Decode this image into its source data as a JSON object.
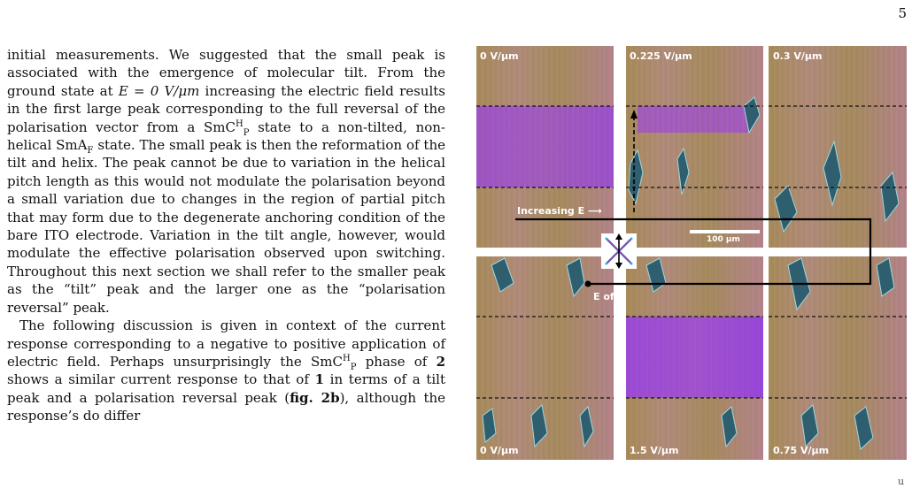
{
  "page_number": "5",
  "body_text": {
    "para1_a": "initial measurements. We suggested that the small peak is associated with the emergence of molecular tilt. From the ground state at ",
    "para1_math": "E = 0 V/μm",
    "para1_b": " increasing the electric field results in the first large peak corresponding to the full reversal of the polarisation vector from a SmC",
    "para1_sup1": "H",
    "para1_sub1": "P",
    "para1_c": " state to a non-tilted, non-helical SmA",
    "para1_sub2": "F",
    "para1_d": " state. The small peak is then the reformation of the tilt and helix. The peak cannot be due to variation in the helical pitch length as this would not modulate the polarisation beyond a small variation due to changes in the region of partial pitch that may form due to the degenerate anchoring condition of the bare ITO electrode. Variation in the tilt angle, however, would modulate the effective polarisation observed upon switching. Throughout this next section we shall refer to the smaller peak as the “tilt” peak and the larger one as the “polarisation reversal” peak.",
    "para2_a": "The following discussion is given in context of the current response corresponding to a negative to positive application of electric field. Perhaps unsurprisingly the SmC",
    "para2_sup": "H",
    "para2_sub": "P",
    "para2_b": " phase of ",
    "para2_bold1": "2",
    "para2_c": " shows a similar current response to that of ",
    "para2_bold2": "1",
    "para2_d": " in terms of a tilt peak and a polarisation reversal peak (",
    "para2_bold3": "fig. 2b",
    "para2_e": "), although the response’s do differ"
  },
  "figure": {
    "panels": [
      {
        "label": "0 V/μm"
      },
      {
        "label": "0.225 V/μm"
      },
      {
        "label": "0.3 V/μm"
      },
      {
        "label": "0 V/μm"
      },
      {
        "label": "1.5 V/μm"
      },
      {
        "label": "0.75 V/μm"
      }
    ],
    "increasing_label": "Increasing E",
    "eoff_label": "E off",
    "scale_bar_label": "100 μm",
    "colors": {
      "bg_tan": "#a88a5a",
      "bg_pink": "#b57a8e",
      "purple": "#9a3ee0",
      "line": "#000000"
    }
  },
  "corner_mark": "u"
}
